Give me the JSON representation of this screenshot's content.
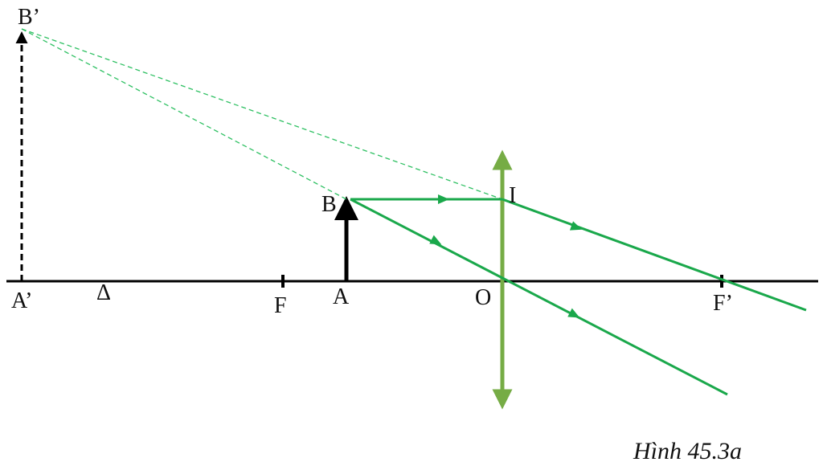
{
  "labels": {
    "b_prime": "B’",
    "b": "B",
    "i": "I",
    "a_prime": "A’",
    "delta": "Δ",
    "f": "F",
    "a": "A",
    "o": "O",
    "f_prime": "F’"
  },
  "caption": "Hình 45.3a",
  "colors": {
    "axis": "#000000",
    "object": "#000000",
    "lens": "#76ac45",
    "ray": "#1aa84b",
    "construction": "#2ec062"
  }
}
